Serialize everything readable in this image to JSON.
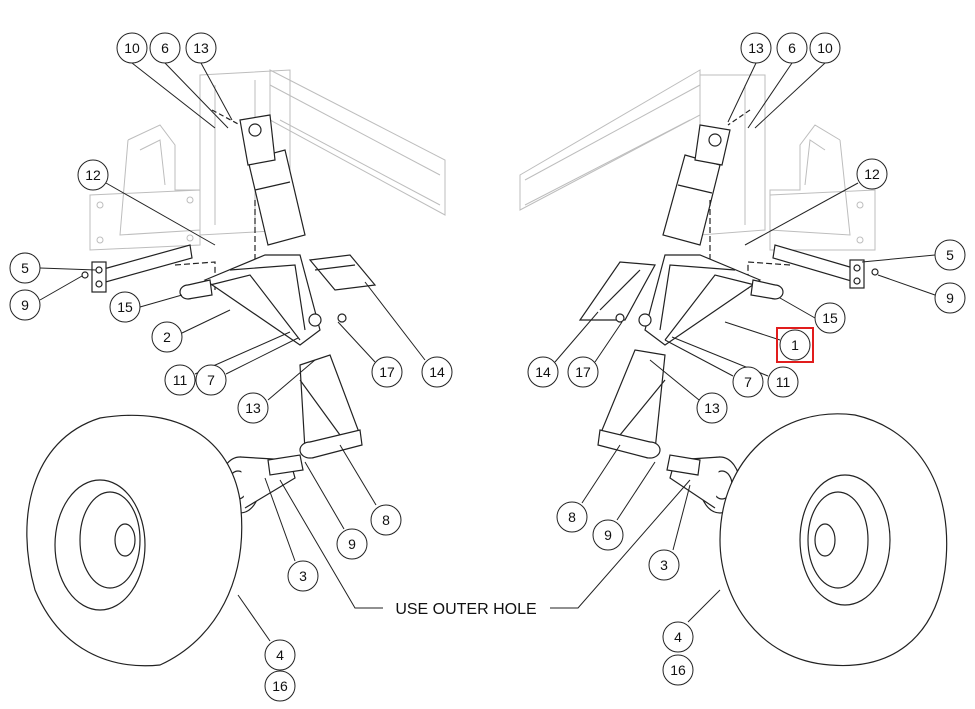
{
  "diagram": {
    "note": "USE OUTER HOLE",
    "highlight_color": "#e11d1d",
    "left_assembly": {
      "balloons": [
        "10",
        "6",
        "13",
        "12",
        "5",
        "9",
        "15",
        "2",
        "11",
        "7",
        "13",
        "17",
        "14",
        "8",
        "9",
        "3",
        "4",
        "16"
      ]
    },
    "right_assembly": {
      "balloons": [
        "13",
        "6",
        "10",
        "12",
        "5",
        "9",
        "15",
        "1",
        "7",
        "11",
        "13",
        "17",
        "14",
        "8",
        "9",
        "3",
        "4",
        "16"
      ],
      "highlighted_balloon": "1"
    }
  }
}
